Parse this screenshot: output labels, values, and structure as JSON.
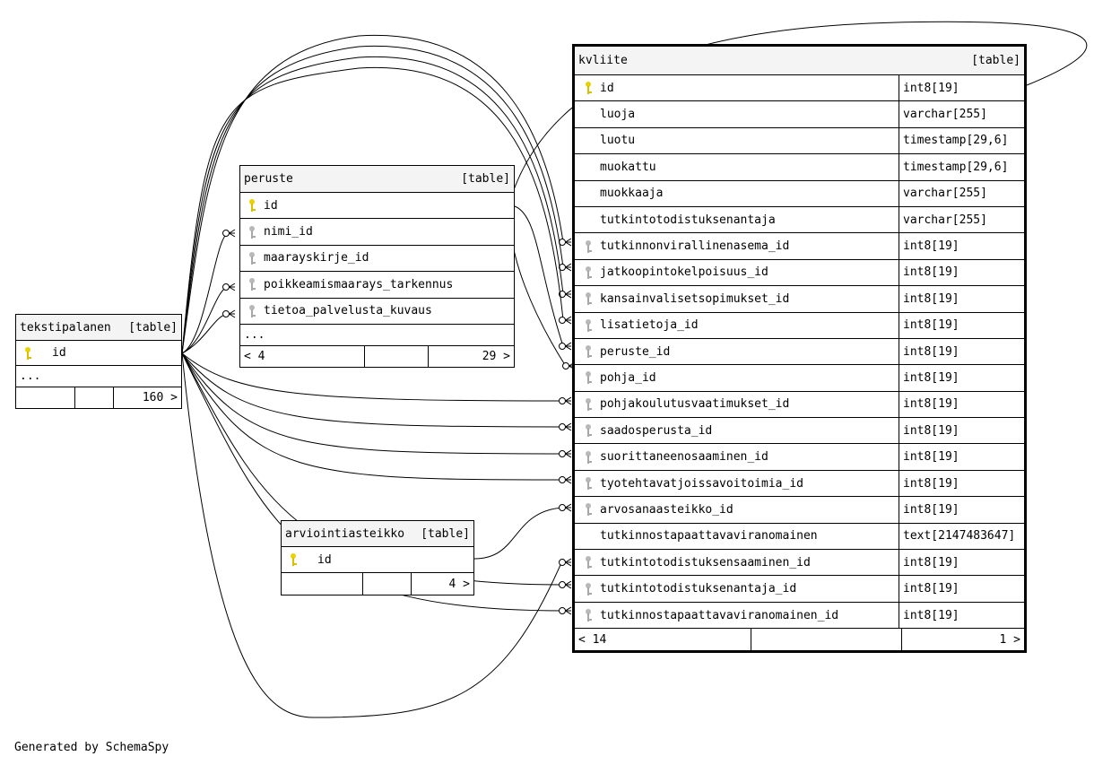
{
  "tables": {
    "kvliite": {
      "name": "kvliite",
      "kind": "[table]",
      "columns": [
        {
          "name": "id",
          "type": "int8[19]",
          "key": "pk"
        },
        {
          "name": "luoja",
          "type": "varchar[255]",
          "key": ""
        },
        {
          "name": "luotu",
          "type": "timestamp[29,6]",
          "key": ""
        },
        {
          "name": "muokattu",
          "type": "timestamp[29,6]",
          "key": ""
        },
        {
          "name": "muokkaaja",
          "type": "varchar[255]",
          "key": ""
        },
        {
          "name": "tutkintotodistuksenantaja",
          "type": "varchar[255]",
          "key": ""
        },
        {
          "name": "tutkinnonvirallinenasema_id",
          "type": "int8[19]",
          "key": "fk"
        },
        {
          "name": "jatkoopintokelpoisuus_id",
          "type": "int8[19]",
          "key": "fk"
        },
        {
          "name": "kansainvalisetsopimukset_id",
          "type": "int8[19]",
          "key": "fk"
        },
        {
          "name": "lisatietoja_id",
          "type": "int8[19]",
          "key": "fk"
        },
        {
          "name": "peruste_id",
          "type": "int8[19]",
          "key": "fk"
        },
        {
          "name": "pohja_id",
          "type": "int8[19]",
          "key": "fk"
        },
        {
          "name": "pohjakoulutusvaatimukset_id",
          "type": "int8[19]",
          "key": "fk"
        },
        {
          "name": "saadosperusta_id",
          "type": "int8[19]",
          "key": "fk"
        },
        {
          "name": "suorittaneenosaaminen_id",
          "type": "int8[19]",
          "key": "fk"
        },
        {
          "name": "tyotehtavatjoissavoitoimia_id",
          "type": "int8[19]",
          "key": "fk"
        },
        {
          "name": "arvosanaasteikko_id",
          "type": "int8[19]",
          "key": "fk"
        },
        {
          "name": "tutkinnostapaattavaviranomainen",
          "type": "text[2147483647]",
          "key": ""
        },
        {
          "name": "tutkintotodistuksensaaminen_id",
          "type": "int8[19]",
          "key": "fk"
        },
        {
          "name": "tutkintotodistuksenantaja_id",
          "type": "int8[19]",
          "key": "fk"
        },
        {
          "name": "tutkinnostapaattavaviranomainen_id",
          "type": "int8[19]",
          "key": "fk"
        }
      ],
      "footer": {
        "left": "< 14",
        "right": "1 >"
      }
    },
    "peruste": {
      "name": "peruste",
      "kind": "[table]",
      "columns": [
        {
          "name": "id",
          "key": "pk"
        },
        {
          "name": "nimi_id",
          "key": "fk"
        },
        {
          "name": "maarayskirje_id",
          "key": "fk"
        },
        {
          "name": "poikkeamismaarays_tarkennus",
          "key": "fk"
        },
        {
          "name": "tietoa_palvelusta_kuvaus",
          "key": "fk"
        }
      ],
      "more": "...",
      "footer": {
        "left": "< 4",
        "right": "29 >"
      }
    },
    "tekstipalanen": {
      "name": "tekstipalanen",
      "kind": "[table]",
      "columns": [
        {
          "name": "id",
          "key": "pk"
        }
      ],
      "more": "...",
      "footer": {
        "left": "",
        "right": "160 >"
      }
    },
    "arviointiasteikko": {
      "name": "arviointiasteikko",
      "kind": "[table]",
      "columns": [
        {
          "name": "id",
          "key": "pk"
        }
      ],
      "footer": {
        "left": "",
        "right": "4 >"
      }
    }
  },
  "footer_text": "Generated by SchemaSpy"
}
